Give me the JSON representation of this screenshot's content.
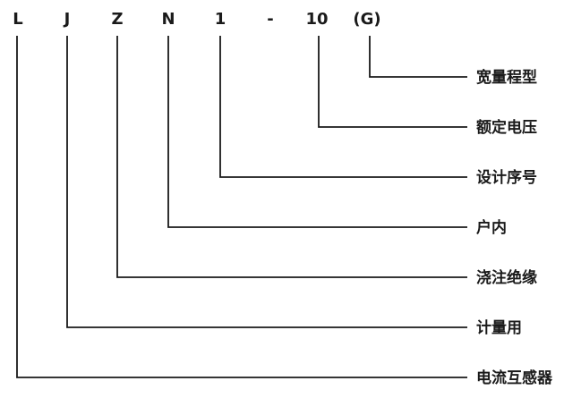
{
  "code_parts": [
    {
      "symbol": "L",
      "meaning": "电流互感器"
    },
    {
      "symbol": "J",
      "meaning": "计量用"
    },
    {
      "symbol": "Z",
      "meaning": "浇注绝缘"
    },
    {
      "symbol": "N",
      "meaning": "户内"
    },
    {
      "symbol": "1",
      "meaning": "设计序号"
    },
    {
      "symbol": "-",
      "meaning": null
    },
    {
      "symbol": "10",
      "meaning": "额定电压"
    },
    {
      "symbol": "(G)",
      "meaning": "宽量程型"
    }
  ]
}
